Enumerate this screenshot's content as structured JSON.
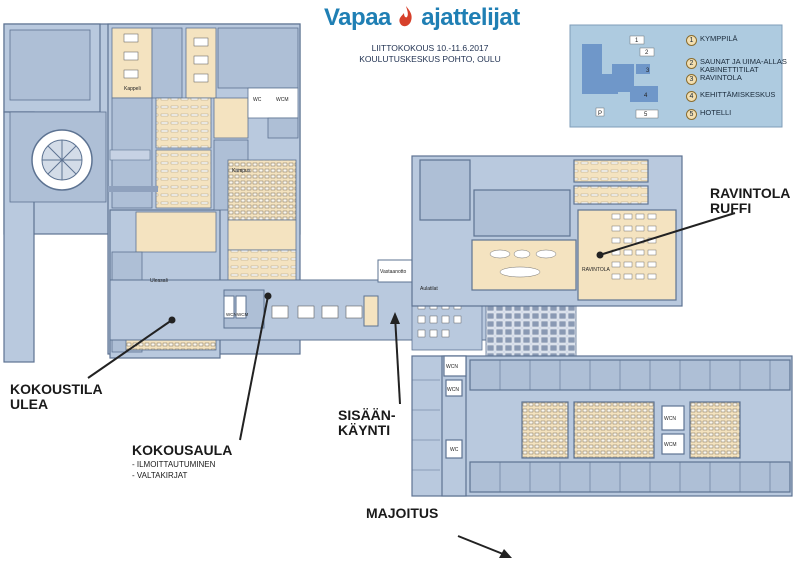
{
  "header": {
    "brand_left": "Vapaa",
    "brand_right": "ajattelijat",
    "subtitle_1": "LIITTOKOKOUS 10.-11.6.2017",
    "subtitle_2": "KOULUTUSKESKUS POHTO, OULU"
  },
  "legend": {
    "items": [
      {
        "num": "1",
        "text": "KYMPPILÄ"
      },
      {
        "num": "2",
        "text": "SAUNAT JA UIMA-ALLAS\nKABINETTITILAT"
      },
      {
        "num": "3",
        "text": "RAVINTOLA"
      },
      {
        "num": "4",
        "text": "KEHITTÄMISKESKUS"
      },
      {
        "num": "5",
        "text": "HOTELLI"
      }
    ],
    "map_marks": [
      "1",
      "2",
      "3",
      "4",
      "5",
      "P"
    ]
  },
  "callouts": {
    "ravintola": "RAVINTOLA\nRUFFI",
    "kokoustila": "KOKOUSTILA\nULEA",
    "kokousaula": "KOKOUSAULA",
    "kokousaula_sub_1": "- ILMOITTAUTUMINEN",
    "kokousaula_sub_2": "- VALTAKIRJAT",
    "sisaankaynti": "SISÄÄN-\nKÄYNTI",
    "majoitus": "MAJOITUS"
  },
  "rooms": {
    "wc1": "WC",
    "wcm1": "WCM",
    "wcn1": "WCN",
    "wcn2": "WCN",
    "wc2": "WC",
    "wcn3": "WCN",
    "wcm2": "WCM",
    "wcn4": "WCN",
    "wcm3": "WCM",
    "ravintola": "RAVINTOLA",
    "vastaanotto": "Vastaanotto",
    "aulatilat": "Aulatilat",
    "kappeli": "Kappeli",
    "ulea": "Uleasali",
    "kampus": "Kampus"
  },
  "colors": {
    "floor": "#b9c9de",
    "wall": "#5d7392",
    "room": "#f4e3c0",
    "arrow": "#222222",
    "brand": "#1f7fb4",
    "flame": "#d6402b"
  }
}
